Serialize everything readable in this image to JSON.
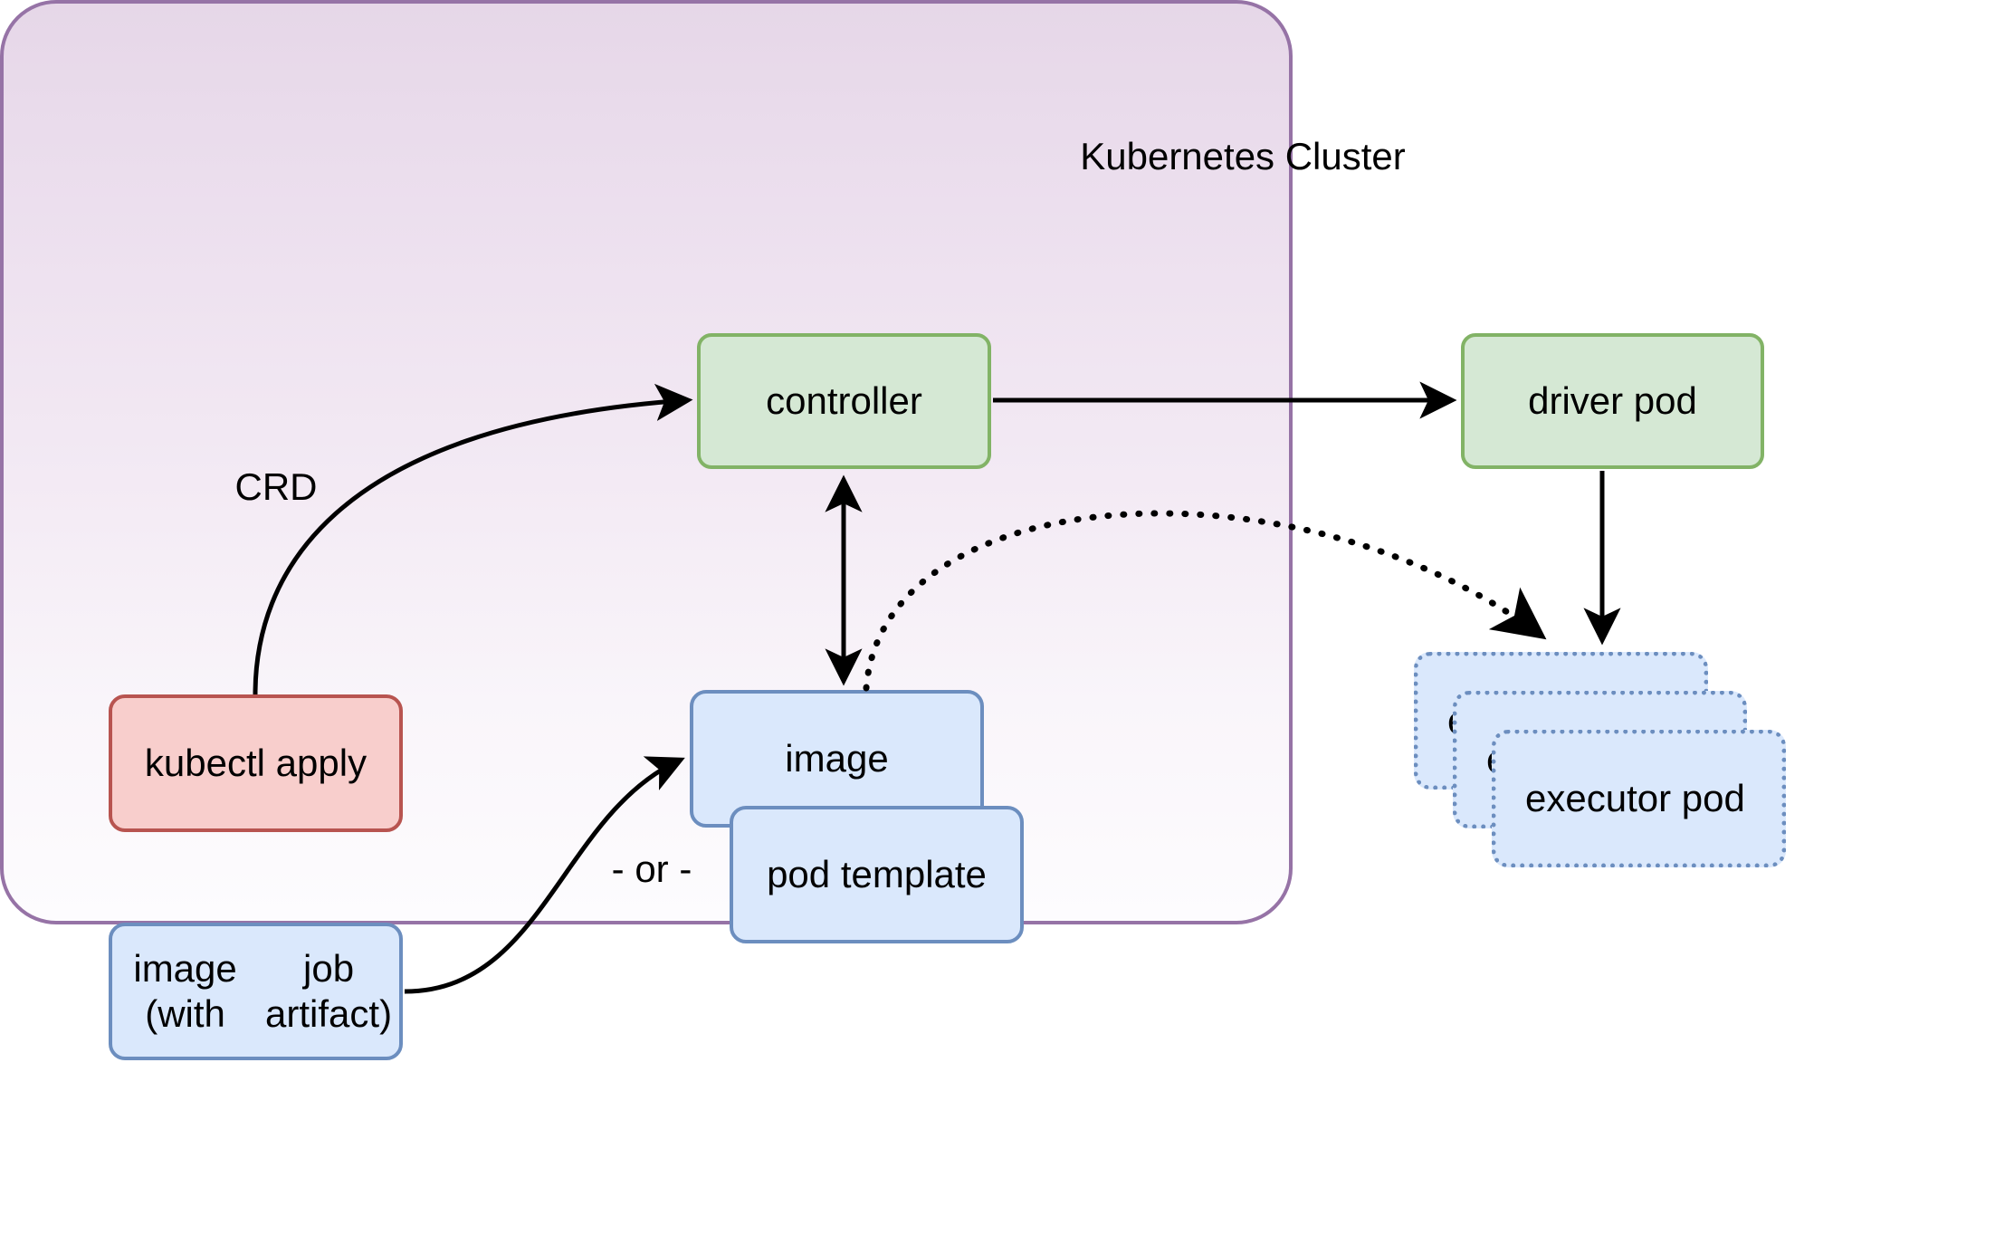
{
  "diagram": {
    "title": "Kubernetes Cluster",
    "cluster": {
      "label": "Kubernetes Cluster",
      "border_color": "#9673a6",
      "fill_top": "#e6d7e8",
      "fill_bottom": "#fdfcfe"
    },
    "nodes": {
      "controller": {
        "label": "controller",
        "fill": "#d5e8d4",
        "stroke": "#82b366",
        "style": "solid"
      },
      "driver_pod": {
        "label": "driver pod",
        "fill": "#d5e8d4",
        "stroke": "#82b366",
        "style": "solid"
      },
      "kubectl_apply": {
        "label": "kubectl apply",
        "fill": "#f8cecc",
        "stroke": "#b85450",
        "style": "solid"
      },
      "image_artifact": {
        "label": "image (with job artifact)",
        "line1": "image (with",
        "line2": "job artifact)",
        "fill": "#dae8fc",
        "stroke": "#6c8ebf",
        "style": "solid"
      },
      "image": {
        "label": "image",
        "fill": "#dae8fc",
        "stroke": "#6c8ebf",
        "style": "solid"
      },
      "pod_template": {
        "label": "pod template",
        "fill": "#dae8fc",
        "stroke": "#6c8ebf",
        "style": "solid"
      },
      "executor_pods": [
        {
          "label": "executor pod",
          "fill": "#dae8fc",
          "stroke": "#6c8ebf",
          "style": "dotted"
        },
        {
          "label": "executor pod",
          "fill": "#dae8fc",
          "stroke": "#6c8ebf",
          "style": "dotted"
        },
        {
          "label": "executor pod",
          "fill": "#dae8fc",
          "stroke": "#6c8ebf",
          "style": "dotted"
        }
      ]
    },
    "edge_labels": {
      "crd": "CRD",
      "or": "- or -"
    },
    "edges": [
      {
        "from": "kubectl apply",
        "to": "controller",
        "label": "CRD",
        "style": "solid",
        "arrow": "single"
      },
      {
        "from": "controller",
        "to": "driver pod",
        "label": "",
        "style": "solid",
        "arrow": "single"
      },
      {
        "from": "controller",
        "to": "image",
        "label": "",
        "style": "solid",
        "arrow": "double"
      },
      {
        "from": "image (with job artifact)",
        "to": "image",
        "label": "",
        "style": "solid",
        "arrow": "single"
      },
      {
        "from": "image",
        "to": "executor pod",
        "label": "",
        "style": "dotted",
        "arrow": "single"
      },
      {
        "from": "driver pod",
        "to": "executor pod",
        "label": "",
        "style": "solid",
        "arrow": "single"
      }
    ]
  }
}
